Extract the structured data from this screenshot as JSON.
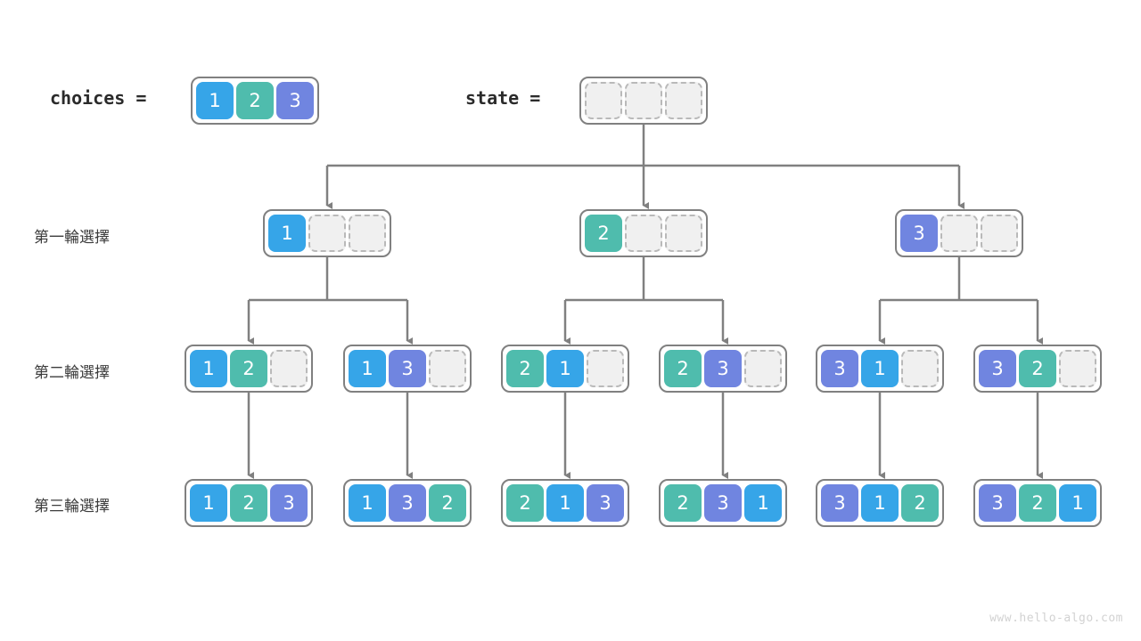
{
  "watermark": "www.hello-algo.com",
  "palette": {
    "value_1": "#36a5e8",
    "value_2": "#4fbcad",
    "value_3": "#7085e0",
    "empty_cell": "#f0f0f0",
    "empty_border": "#b9b9b9",
    "box_border": "#808080",
    "connector": "#808080",
    "background": "#ffffff",
    "watermark_text": "#d2d2d2"
  },
  "header": {
    "choices_label": "choices =",
    "choices_cells": [
      "1",
      "2",
      "3"
    ],
    "state_label": "state =",
    "state_cells": [
      "",
      "",
      ""
    ]
  },
  "row_labels": [
    "第一輪選擇",
    "第二輪選擇",
    "第三輪選擇"
  ],
  "levels": [
    {
      "name": "第一輪選擇",
      "nodes": [
        {
          "cells": [
            "1",
            "",
            ""
          ]
        },
        {
          "cells": [
            "2",
            "",
            ""
          ]
        },
        {
          "cells": [
            "3",
            "",
            ""
          ]
        }
      ]
    },
    {
      "name": "第二輪選擇",
      "nodes": [
        {
          "cells": [
            "1",
            "2",
            ""
          ]
        },
        {
          "cells": [
            "1",
            "3",
            ""
          ]
        },
        {
          "cells": [
            "2",
            "1",
            ""
          ]
        },
        {
          "cells": [
            "2",
            "3",
            ""
          ]
        },
        {
          "cells": [
            "3",
            "1",
            ""
          ]
        },
        {
          "cells": [
            "3",
            "2",
            ""
          ]
        }
      ]
    },
    {
      "name": "第三輪選擇",
      "nodes": [
        {
          "cells": [
            "1",
            "2",
            "3"
          ]
        },
        {
          "cells": [
            "1",
            "3",
            "2"
          ]
        },
        {
          "cells": [
            "2",
            "1",
            "3"
          ]
        },
        {
          "cells": [
            "2",
            "3",
            "1"
          ]
        },
        {
          "cells": [
            "3",
            "1",
            "2"
          ]
        },
        {
          "cells": [
            "3",
            "2",
            "1"
          ]
        }
      ]
    }
  ]
}
